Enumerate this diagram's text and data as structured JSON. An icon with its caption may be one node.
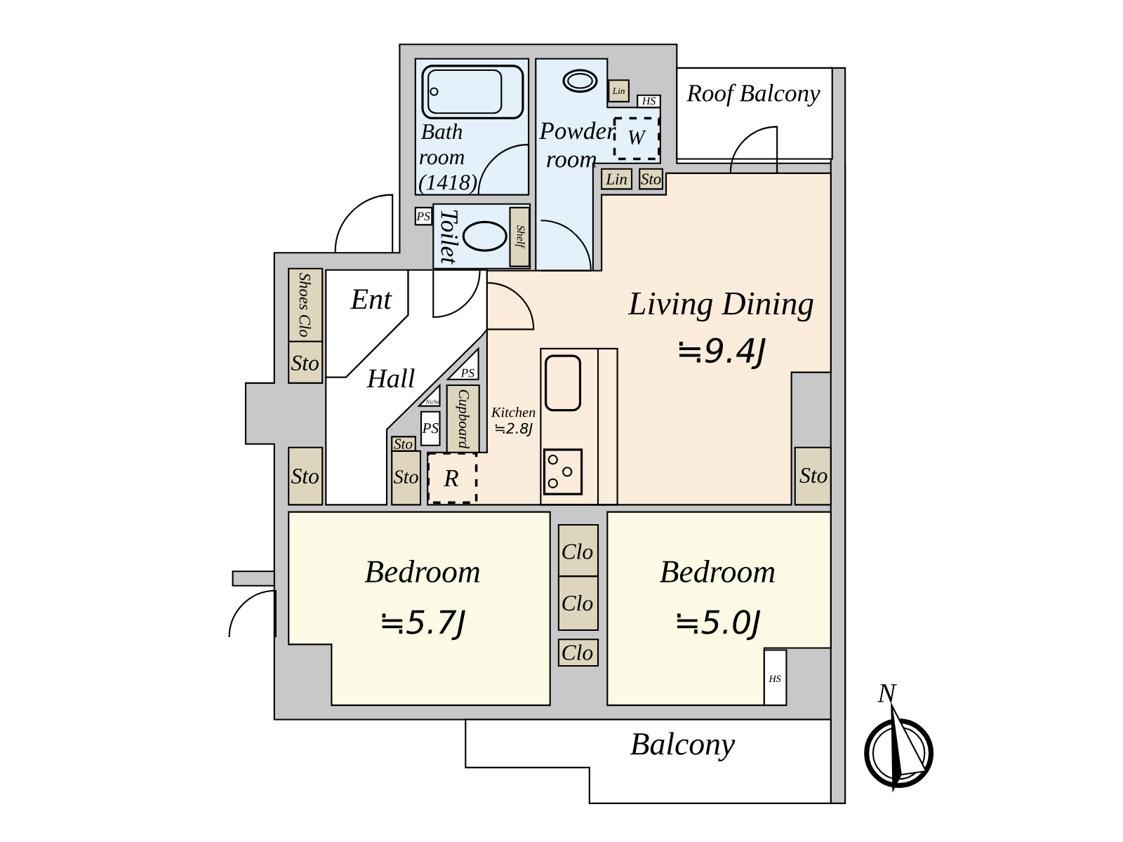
{
  "diagram": {
    "nodes": [
      {
        "text": [
          "Roof Balcony"
        ]
      },
      {
        "text": [
          "Bath room (1418)"
        ]
      },
      {
        "text": [
          "Powder room"
        ]
      },
      {
        "text": [
          "Lin"
        ]
      },
      {
        "text": [
          "HS"
        ]
      },
      {
        "text": [
          "W"
        ],
        "in": 2
      },
      {
        "text": [
          "Lin"
        ]
      },
      {
        "text": [
          "Sto"
        ]
      },
      {
        "text": [
          "Toilet"
        ]
      },
      {
        "text": [
          "PS"
        ]
      },
      {
        "text": [
          "Shelf"
        ],
        "in": 8
      },
      {
        "text": [
          "Ent"
        ]
      },
      {
        "text": [
          "Shoes Clo"
        ]
      },
      {
        "text": [
          "Sto"
        ]
      },
      {
        "text": [
          "Hall"
        ]
      },
      {
        "text": [
          "Living Dining",
          "≒9.4J"
        ]
      },
      {
        "text": [
          "PS"
        ]
      },
      {
        "text": [
          "Niche"
        ]
      },
      {
        "text": [
          "PS"
        ]
      },
      {
        "text": [
          "Cupboard"
        ]
      },
      {
        "text": [
          "Kitchen",
          "≒2.8J"
        ],
        "in": 15
      },
      {
        "text": [
          "Sto"
        ]
      },
      {
        "text": [
          "Sto"
        ]
      },
      {
        "text": [
          "R"
        ],
        "in": 15
      },
      {
        "text": [
          "Sto"
        ]
      },
      {
        "text": [
          "Sto"
        ]
      },
      {
        "text": [
          "Bedroom",
          "≒5.7J"
        ]
      },
      {
        "text": [
          "Clo"
        ]
      },
      {
        "text": [
          "Clo"
        ]
      },
      {
        "text": [
          "Clo"
        ]
      },
      {
        "text": [
          "Bedroom",
          "≒5.0J"
        ]
      },
      {
        "text": [
          "HS"
        ]
      },
      {
        "text": [
          "Balcony"
        ]
      }
    ],
    "labels": [
      "N"
    ]
  }
}
